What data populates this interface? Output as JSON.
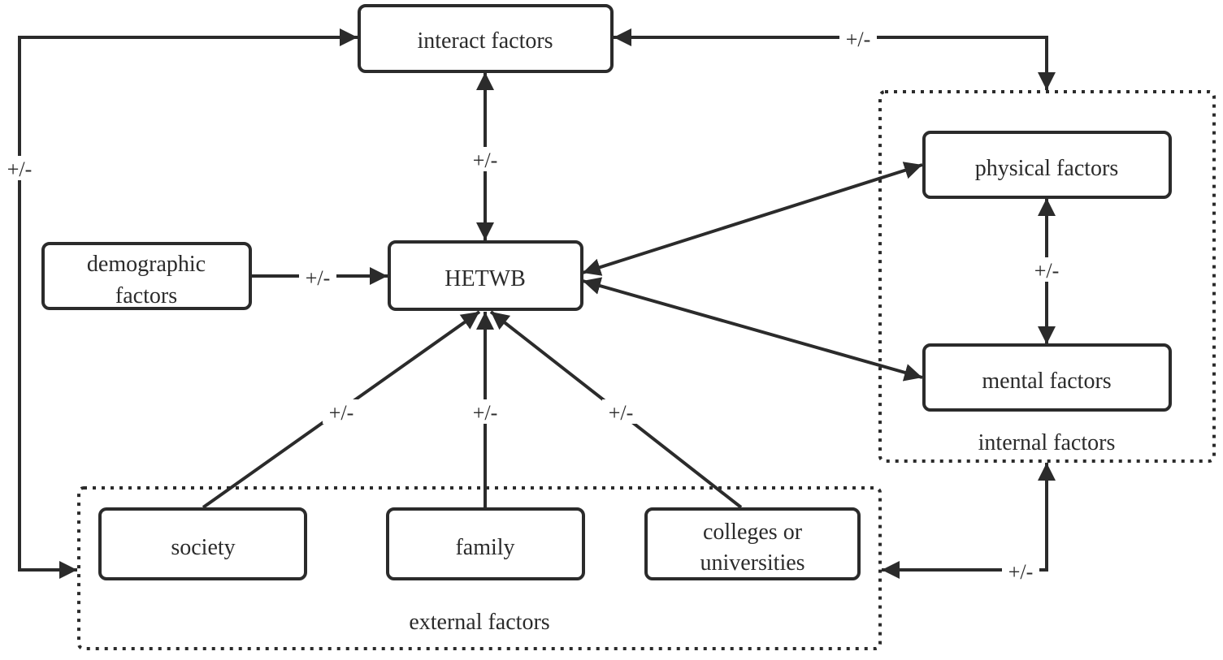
{
  "nodes": {
    "interact": {
      "lines": [
        "interact factors"
      ]
    },
    "hetwb": {
      "lines": [
        "HETWB"
      ]
    },
    "demographic": {
      "lines": [
        "demographic",
        "factors"
      ]
    },
    "physical": {
      "lines": [
        "physical factors"
      ]
    },
    "mental": {
      "lines": [
        "mental factors"
      ]
    },
    "society": {
      "lines": [
        "society"
      ]
    },
    "family": {
      "lines": [
        "family"
      ]
    },
    "colleges": {
      "lines": [
        "colleges or",
        "universities"
      ]
    }
  },
  "groups": {
    "internal": {
      "label": "internal factors"
    },
    "external": {
      "label": "external factors"
    }
  },
  "edge_label": "+/-",
  "colors": {
    "stroke": "#2b2b2b",
    "background": "#ffffff"
  }
}
